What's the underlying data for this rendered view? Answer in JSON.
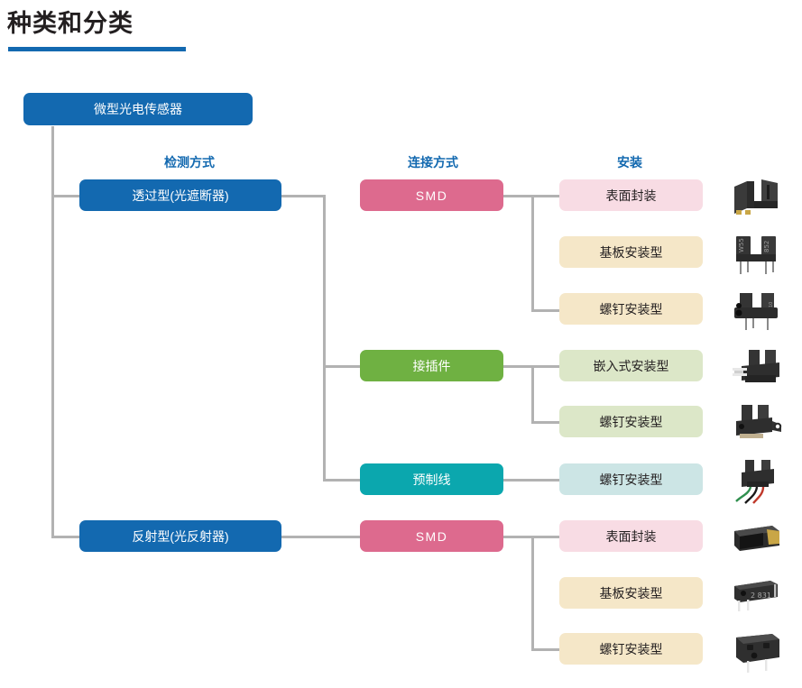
{
  "page": {
    "title": "种类和分类"
  },
  "columns": [
    {
      "id": "detection",
      "label": "检测方式"
    },
    {
      "id": "connection",
      "label": "连接方式"
    },
    {
      "id": "mounting",
      "label": "安装"
    }
  ],
  "root": {
    "label": "微型光电传感器",
    "color": "#1369b0"
  },
  "detection_nodes": [
    {
      "label": "透过型(光遮断器)",
      "color": "#1369b0"
    },
    {
      "label": "反射型(光反射器)",
      "color": "#1369b0"
    }
  ],
  "connection_nodes": [
    {
      "label": "SMD",
      "color": "#dd6a8e",
      "latin": true
    },
    {
      "label": "接插件",
      "color": "#6fb142",
      "latin": false
    },
    {
      "label": "预制线",
      "color": "#0ba7ae",
      "latin": false
    },
    {
      "label": "SMD",
      "color": "#dd6a8e",
      "latin": true
    }
  ],
  "mounting_nodes": [
    {
      "label": "表面封装",
      "color": "#f8dce4",
      "photo": "photointerrupter-smd"
    },
    {
      "label": "基板安装型",
      "color": "#f5e7c8",
      "photo": "photointerrupter-through-hole"
    },
    {
      "label": "螺钉安装型",
      "color": "#f5e7c8",
      "photo": "photointerrupter-screw"
    },
    {
      "label": "嵌入式安装型",
      "color": "#dce7c8",
      "photo": "photointerrupter-connector-embedded"
    },
    {
      "label": "螺钉安装型",
      "color": "#dce7c8",
      "photo": "photointerrupter-connector-screw"
    },
    {
      "label": "螺钉安装型",
      "color": "#cce5e5",
      "photo": "photointerrupter-wire-lead"
    },
    {
      "label": "表面封装",
      "color": "#f8dce4",
      "photo": "photoreflector-smd"
    },
    {
      "label": "基板安装型",
      "color": "#f5e7c8",
      "photo": "photoreflector-through-hole"
    },
    {
      "label": "螺钉安装型",
      "color": "#f5e7c8",
      "photo": "photoreflector-screw"
    }
  ]
}
